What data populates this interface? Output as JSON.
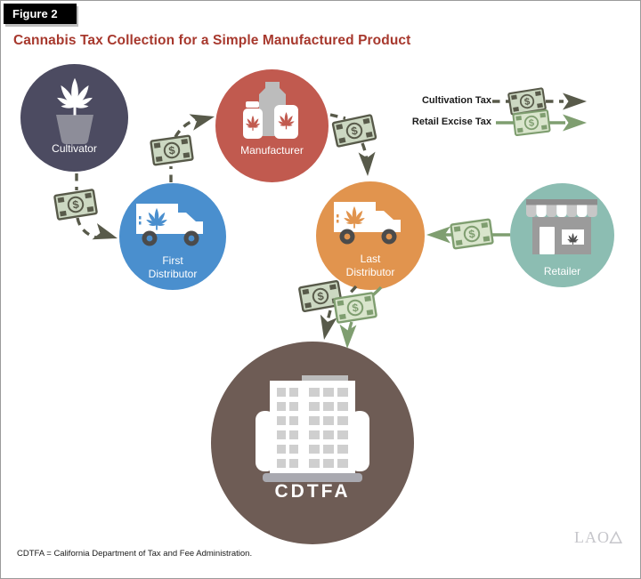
{
  "figure": {
    "label": "Figure 2",
    "title": "Cannabis Tax Collection for a Simple Manufactured Product"
  },
  "legend": {
    "cultivation": {
      "label": "Cultivation Tax",
      "line_style": "dashed"
    },
    "retail": {
      "label": "Retail Excise Tax",
      "line_style": "solid"
    }
  },
  "nodes": {
    "cultivator": {
      "label": "Cultivator"
    },
    "manufacturer": {
      "label": "Manufacturer"
    },
    "first_distributor": {
      "lines": [
        "First",
        "Distributor"
      ]
    },
    "last_distributor": {
      "lines": [
        "Last",
        "Distributor"
      ]
    },
    "retailer": {
      "label": "Retailer"
    },
    "cdtfa": {
      "label": "CDTFA"
    }
  },
  "flows": [
    {
      "from": "Cultivator",
      "to": "First Distributor",
      "tax": "Cultivation Tax"
    },
    {
      "from": "First Distributor",
      "to": "Manufacturer",
      "tax": "Cultivation Tax"
    },
    {
      "from": "Manufacturer",
      "to": "Last Distributor",
      "tax": "Cultivation Tax"
    },
    {
      "from": "Retailer",
      "to": "Last Distributor",
      "tax": "Retail Excise Tax"
    },
    {
      "from": "Last Distributor",
      "to": "CDTFA",
      "tax": "Cultivation Tax"
    },
    {
      "from": "Last Distributor",
      "to": "CDTFA",
      "tax": "Retail Excise Tax"
    }
  ],
  "footnote": "CDTFA = California Department of Tax and Fee Administration.",
  "logo": {
    "text": "LAO"
  },
  "icons": {
    "dollar_sign": "$"
  },
  "colors": {
    "title": "#a7382d",
    "cultivator": "#4c4b61",
    "manufacturer": "#c15a4f",
    "first_distributor": "#4a8fce",
    "last_distributor": "#e1944e",
    "retailer": "#8cbdb2",
    "cdtfa": "#6e5c55",
    "cultivation_tax_ink": "#585a4a",
    "retail_excise_ink": "#7f9e70",
    "cultivation_bill_body": "#ccd8c2",
    "retail_bill_body": "#d9e5cc"
  }
}
